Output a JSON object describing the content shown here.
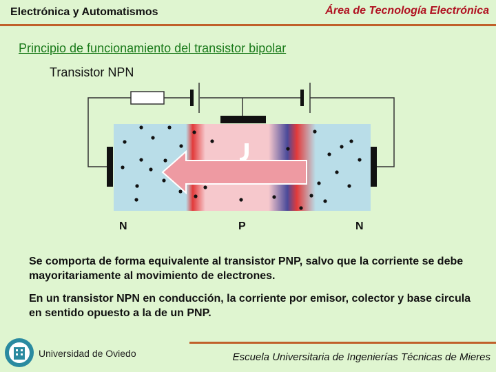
{
  "header": {
    "left_title": "Electrónica y Automatismos",
    "right_title": "Área de Tecnología Electrónica"
  },
  "slide": {
    "title": "Principio de funcionamiento del transistor bipolar",
    "subtitle": "Transistor NPN",
    "regions": [
      "N",
      "P",
      "N"
    ],
    "paragraphs": [
      "Se comporta de forma equivalente al transistor PNP, salvo que la corriente se debe mayoritariamente al movimiento de electrones.",
      "En un transistor NPN en conducción, la corriente por emisor, colector y base circula en sentido opuesto a la de un PNP."
    ]
  },
  "footer": {
    "university": "Universidad de Oviedo",
    "school": "Escuela Universitaria de Ingenierías Técnicas de Mieres"
  },
  "colors": {
    "n_region": "#b9dde8",
    "p_region": "#f6c8cc",
    "junction_red": "#e23a3a",
    "junction_blue": "#4a4a9a",
    "arrow": "#ee9aa2",
    "accent_line": "#c0602a"
  }
}
